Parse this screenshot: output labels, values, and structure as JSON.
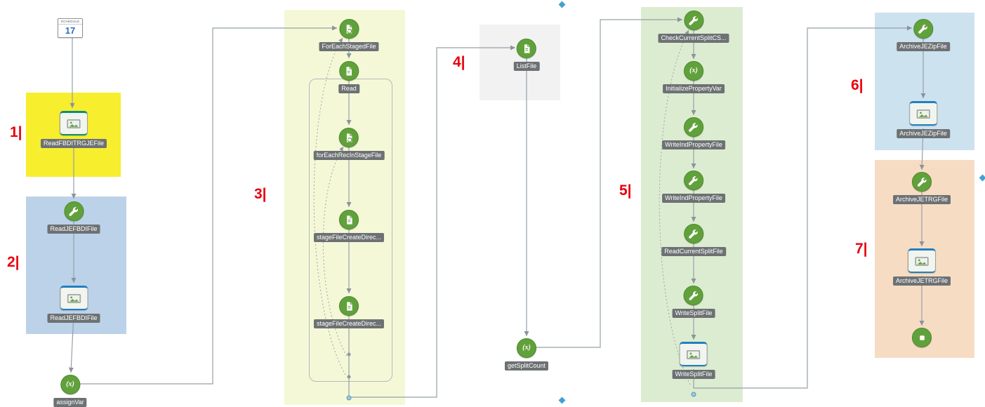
{
  "schedule": {
    "label": "SCHEDULE",
    "day": "17"
  },
  "region_labels": [
    "1|",
    "2|",
    "3|",
    "4|",
    "5|",
    "6|",
    "7|"
  ],
  "regions": [
    {
      "id": "highlight-1",
      "color": "#f7ee2e"
    },
    {
      "id": "highlight-2",
      "color": "#bcd2e8"
    },
    {
      "id": "highlight-3",
      "color": "#f5f8d7"
    },
    {
      "id": "highlight-4",
      "color": "#f2f2f2"
    },
    {
      "id": "highlight-5",
      "color": "#dcecd1"
    },
    {
      "id": "highlight-6",
      "color": "#cde2ef"
    },
    {
      "id": "highlight-7",
      "color": "#f7dcc4"
    }
  ],
  "glyphs": {
    "variable": "(x)"
  },
  "colors": {
    "node_green": "#61a13b",
    "label_bg": "#6d7173",
    "marker_red": "#e8000d",
    "process_border_blue": "#2380bf",
    "process_border_teal": "#0f8e77",
    "connector_gray": "#95a0a8"
  },
  "nodes": [
    {
      "label": "ReadFBDITRGJEFile",
      "icon": "subprocess-icon"
    },
    {
      "label": "ReadJEFBDIFile",
      "icon": "wrench-icon"
    },
    {
      "label": "ReadJEFBDIFile",
      "icon": "subprocess-icon"
    },
    {
      "label": "assignVar",
      "icon": "variable-icon"
    },
    {
      "label": "ForEachStagedFile",
      "icon": "foreach-icon"
    },
    {
      "label": "Read",
      "icon": "file-icon"
    },
    {
      "label": "forEachRecInStageFile",
      "icon": "foreach-icon"
    },
    {
      "label": "stageFileCreateDirec...",
      "icon": "file-icon"
    },
    {
      "label": "stageFileCreateDirec...",
      "icon": "file-icon"
    },
    {
      "label": "ListFile",
      "icon": "file-icon"
    },
    {
      "label": "getSplitCount",
      "icon": "variable-icon"
    },
    {
      "label": "CheckCurrentSplitCS...",
      "icon": "wrench-icon"
    },
    {
      "label": "InitializePropertyVar",
      "icon": "variable-icon"
    },
    {
      "label": "WriteIndPropertyFile",
      "icon": "wrench-icon"
    },
    {
      "label": "WriteIndPropertyFile",
      "icon": "wrench-icon"
    },
    {
      "label": "ReadCurrentSplitFile",
      "icon": "wrench-icon"
    },
    {
      "label": "WriteSplitFile",
      "icon": "wrench-icon"
    },
    {
      "label": "WriteSplitFile",
      "icon": "subprocess-icon"
    },
    {
      "label": "ArchiveJEZipFile",
      "icon": "wrench-icon"
    },
    {
      "label": "ArchiveJEZipFile",
      "icon": "subprocess-icon"
    },
    {
      "label": "ArchiveJETRGFile",
      "icon": "wrench-icon"
    },
    {
      "label": "ArchiveJETRGFile",
      "icon": "subprocess-icon"
    },
    {
      "label": "",
      "icon": "end-icon"
    }
  ]
}
